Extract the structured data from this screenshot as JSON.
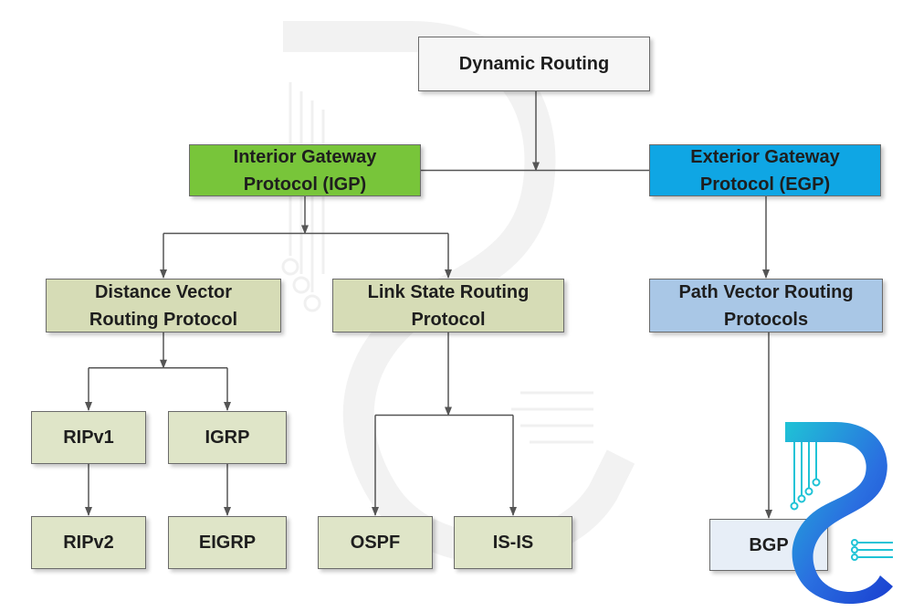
{
  "nodes": {
    "dynamic_routing": {
      "label": "Dynamic Routing",
      "color": "#f6f6f6"
    },
    "igp": {
      "label": "Interior Gateway Protocol (IGP)",
      "color": "#78c53a"
    },
    "egp": {
      "label": "Exterior Gateway Protocol (EGP)",
      "color": "#0fa6e4"
    },
    "distance_vector": {
      "label": "Distance Vector Routing Protocol",
      "color": "#d6dcb6"
    },
    "link_state": {
      "label": "Link State Routing Protocol",
      "color": "#d6dcb6"
    },
    "path_vector": {
      "label": "Path Vector Routing Protocols",
      "color": "#a9c7e6"
    },
    "ripv1": {
      "label": "RIPv1",
      "color": "#dfe5c8"
    },
    "igrp": {
      "label": "IGRP",
      "color": "#dfe5c8"
    },
    "ripv2": {
      "label": "RIPv2",
      "color": "#dfe5c8"
    },
    "eigrp": {
      "label": "EIGRP",
      "color": "#dfe5c8"
    },
    "ospf": {
      "label": "OSPF",
      "color": "#dfe5c8"
    },
    "isis": {
      "label": "IS-IS",
      "color": "#dfe5c8"
    },
    "bgp": {
      "label": "BGP",
      "color": "#e7eef7"
    }
  },
  "edges": [
    [
      "dynamic_routing",
      "igp"
    ],
    [
      "dynamic_routing",
      "egp"
    ],
    [
      "igp",
      "distance_vector"
    ],
    [
      "igp",
      "link_state"
    ],
    [
      "egp",
      "path_vector"
    ],
    [
      "distance_vector",
      "ripv1"
    ],
    [
      "distance_vector",
      "igrp"
    ],
    [
      "ripv1",
      "ripv2"
    ],
    [
      "igrp",
      "eigrp"
    ],
    [
      "link_state",
      "ospf"
    ],
    [
      "link_state",
      "isis"
    ],
    [
      "path_vector",
      "bgp"
    ]
  ],
  "colors": {
    "connector": "#555555",
    "watermark_gradient_start": "#1a3fd0",
    "watermark_gradient_end": "#1fc3d6"
  },
  "icons": [
    "logo-icon",
    "watermark-icon"
  ]
}
